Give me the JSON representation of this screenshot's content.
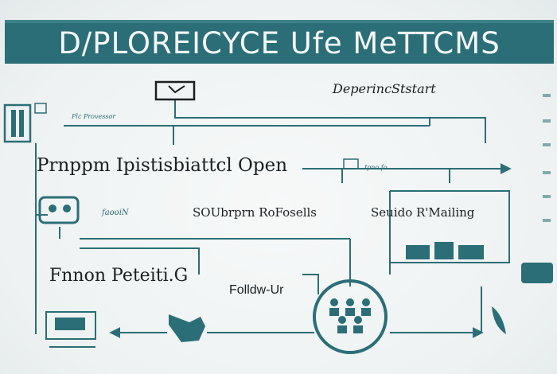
{
  "diagram": {
    "title": "D/PLOREICYCE Ufe MeTTCMS",
    "labels": {
      "top_right": "DeperincStstart",
      "top_left_small": "Plc Provessor",
      "main_row": "Prnppm Ipistisbiattcl Open",
      "small_mid": "Ipno fo",
      "left_small": "faooiN",
      "center": "SOUbrprn RoFosells",
      "right": "Seuido R'Mailing",
      "bottom_left": "Fnnon Peteiti.G",
      "followup": "Folldw-Ur"
    },
    "colors": {
      "teal": "#2c6e77",
      "banner": "#2c6e77",
      "text": "#1a1f22"
    },
    "icons": [
      "document-icon",
      "laptop-icon",
      "person-icon",
      "people-group-icon",
      "hand-icon",
      "desk-icon",
      "bar-chart-icon"
    ]
  }
}
